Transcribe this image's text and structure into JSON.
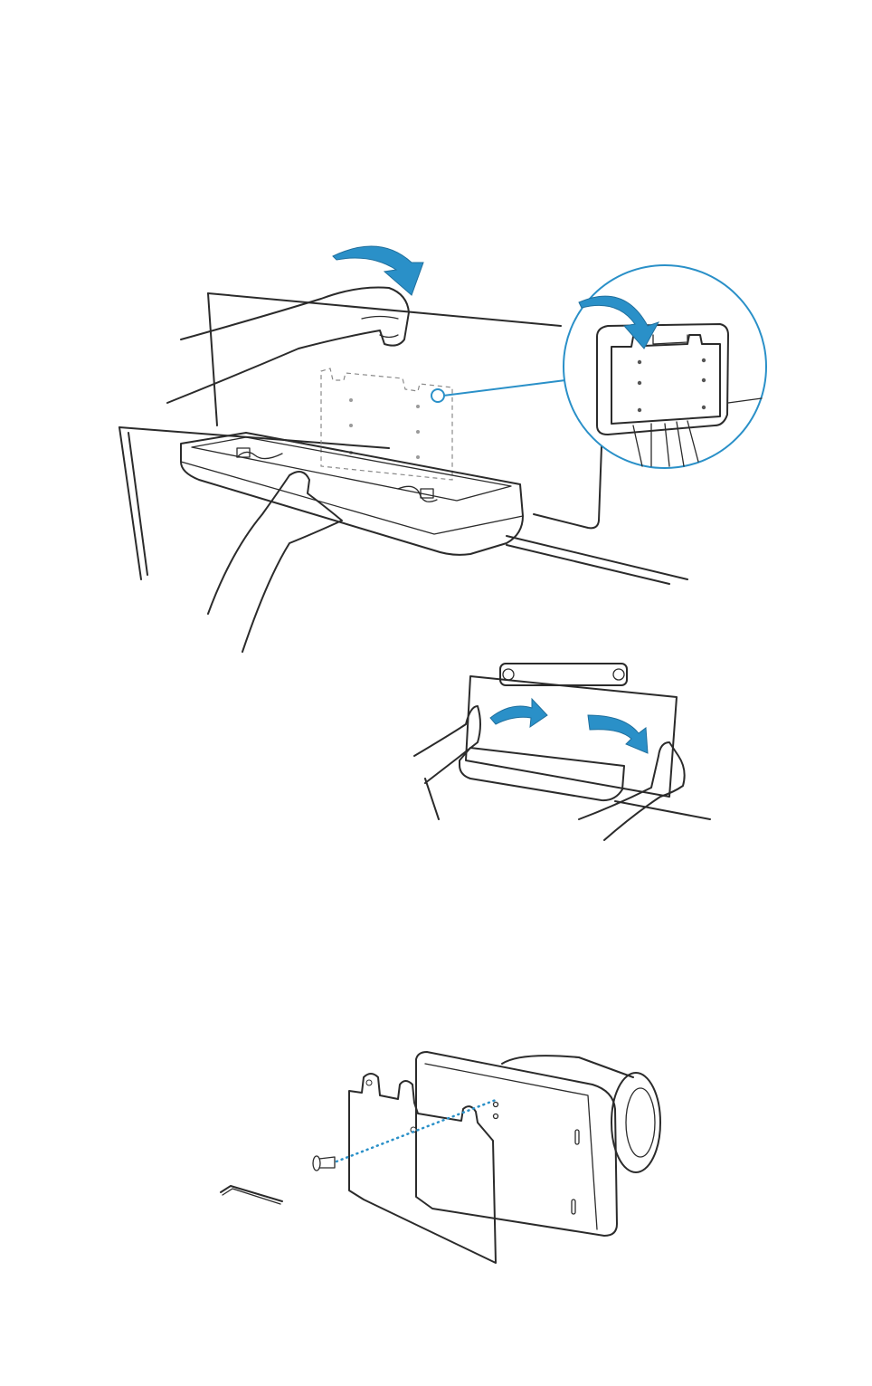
{
  "colors": {
    "accent": "#2a90c8",
    "line": "#2b2b2b",
    "plate": "#b8b8b8",
    "fill_light": "#f4f4f4"
  },
  "figures": [
    {
      "icon": "install-bracket-on-display-illustration"
    },
    {
      "icon": "remove-display-panel-illustration"
    },
    {
      "icon": "attach-bracket-to-camera-illustration"
    }
  ]
}
